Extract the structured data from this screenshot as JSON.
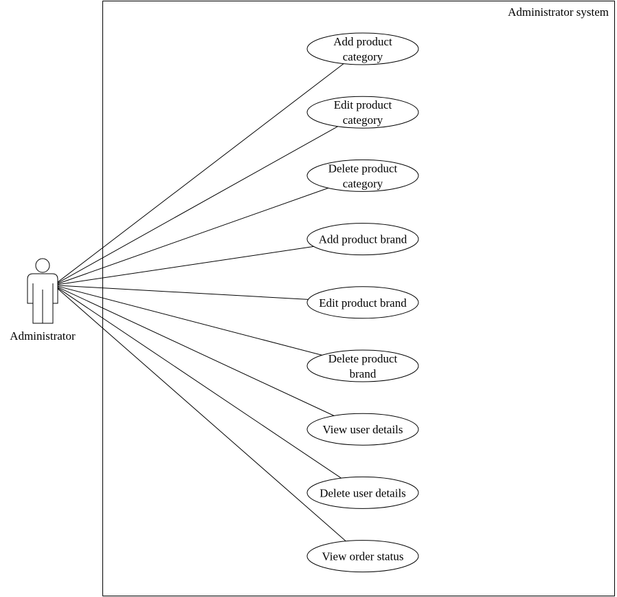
{
  "diagram": {
    "system_label": "Administrator system",
    "actor": {
      "label": "Administrator"
    },
    "use_cases": [
      {
        "id": "add-product-category",
        "lines": [
          "Add product",
          "category"
        ]
      },
      {
        "id": "edit-product-category",
        "lines": [
          "Edit product",
          "category"
        ]
      },
      {
        "id": "delete-product-category",
        "lines": [
          "Delete product",
          "category"
        ]
      },
      {
        "id": "add-product-brand",
        "lines": [
          "Add product brand"
        ]
      },
      {
        "id": "edit-product-brand",
        "lines": [
          "Edit product brand"
        ]
      },
      {
        "id": "delete-product-brand",
        "lines": [
          "Delete product",
          "brand"
        ]
      },
      {
        "id": "view-user-details",
        "lines": [
          "View user details"
        ]
      },
      {
        "id": "delete-user-details",
        "lines": [
          "Delete user details"
        ]
      },
      {
        "id": "view-order-status",
        "lines": [
          "View order status"
        ]
      }
    ]
  }
}
